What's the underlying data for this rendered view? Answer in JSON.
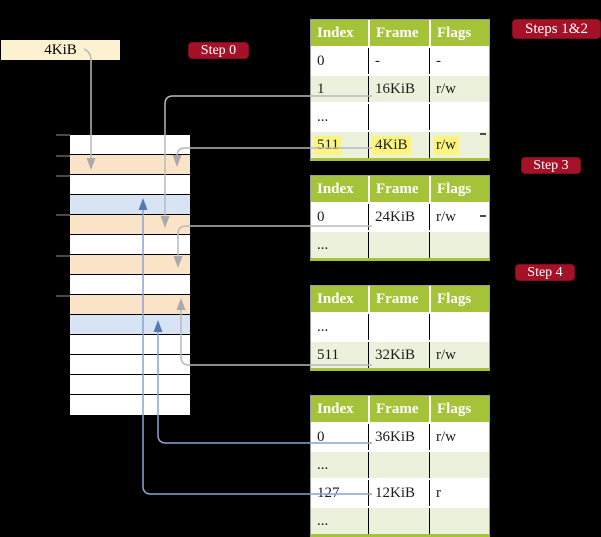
{
  "colors": {
    "background": "#000000",
    "cream": "#fdf2cf",
    "peach": "#fbe3c8",
    "blue_row": "#d8e3f4",
    "white_row": "#ffffff",
    "header_green": "#a5c339",
    "row_green": "#ebf1da",
    "badge_red": "#a51228",
    "badge_border": "#7e0c1f",
    "highlight_yellow": "#fbf47e",
    "gray_line": "#b9b9bc",
    "gray_head": "#a9a9ae",
    "blue_line": "#8ba3d1",
    "blue_head": "#5878b2",
    "table_border": "#9b9b9b",
    "tick_gray": "#737373",
    "stub_dark": "#4a4a4a",
    "cell_text": "#1c1c1c"
  },
  "frame_label": {
    "text": "4KiB"
  },
  "badges": {
    "step0": "Step 0",
    "steps12": "Steps 1&2",
    "step3": "Step 3",
    "step4": "Step 4"
  },
  "memory": {
    "rows": [
      "white",
      "peach",
      "white",
      "blue",
      "peach",
      "white",
      "peach",
      "white",
      "peach",
      "blue",
      "white",
      "white",
      "white",
      "white"
    ]
  },
  "tables": [
    {
      "name": "page-table-steps-1-2",
      "headers": [
        "Index",
        "Frame",
        "Flags"
      ],
      "rows": [
        {
          "cells": [
            "0",
            "-",
            "-"
          ],
          "highlighted": false
        },
        {
          "cells": [
            "1",
            "16KiB",
            "r/w"
          ],
          "highlighted": false
        },
        {
          "cells": [
            "...",
            "",
            ""
          ],
          "highlighted": false
        },
        {
          "cells": [
            "511",
            "4KiB",
            "r/w"
          ],
          "highlighted": true
        }
      ]
    },
    {
      "name": "page-table-step-3",
      "headers": [
        "Index",
        "Frame",
        "Flags"
      ],
      "rows": [
        {
          "cells": [
            "0",
            "24KiB",
            "r/w"
          ],
          "highlighted": false
        },
        {
          "cells": [
            "...",
            "",
            ""
          ],
          "highlighted": false
        }
      ]
    },
    {
      "name": "page-table-step-4",
      "headers": [
        "Index",
        "Frame",
        "Flags"
      ],
      "rows": [
        {
          "cells": [
            "...",
            "",
            ""
          ],
          "highlighted": false
        },
        {
          "cells": [
            "511",
            "32KiB",
            "r/w"
          ],
          "highlighted": false
        }
      ]
    },
    {
      "name": "page-table-bottom",
      "headers": [
        "Index",
        "Frame",
        "Flags"
      ],
      "rows": [
        {
          "cells": [
            "0",
            "36KiB",
            "r/w"
          ],
          "highlighted": false
        },
        {
          "cells": [
            "...",
            "",
            ""
          ],
          "highlighted": false
        },
        {
          "cells": [
            "127",
            "12KiB",
            "r"
          ],
          "highlighted": false
        },
        {
          "cells": [
            "...",
            "",
            ""
          ],
          "highlighted": false
        }
      ]
    }
  ],
  "arrows": [
    {
      "from": "frame-size-label",
      "to": "memory-row-2",
      "color": "gray"
    },
    {
      "from": "table-1-row-1",
      "to": "memory-row-5",
      "color": "gray"
    },
    {
      "from": "table-1-row-511",
      "to": "memory-row-2",
      "color": "gray"
    },
    {
      "from": "table-2-row-0",
      "to": "memory-row-7",
      "color": "gray"
    },
    {
      "from": "table-3-row-511",
      "to": "memory-row-9",
      "color": "gray"
    },
    {
      "from": "table-4-row-0",
      "to": "memory-row-10",
      "color": "blue"
    },
    {
      "from": "table-4-row-127",
      "to": "memory-row-4",
      "color": "blue"
    }
  ]
}
